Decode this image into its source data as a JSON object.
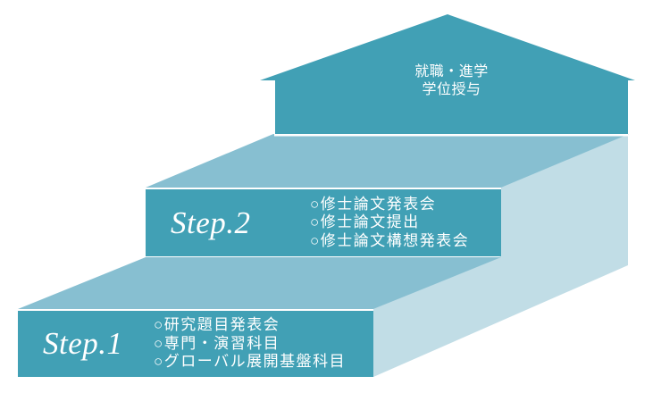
{
  "colors": {
    "block": "#41A0B5",
    "top_face": "#87BFD1",
    "side_face": "#C1DDE6",
    "text": "#FFFFFF"
  },
  "arrow": {
    "line1": "就職・進学",
    "line2": "学位授与"
  },
  "steps": [
    {
      "label": "Step.1",
      "items": [
        "○研究題目発表会",
        "○専門・演習科目",
        "○グローバル展開基盤科目"
      ]
    },
    {
      "label": "Step.2",
      "items": [
        "○修士論文発表会",
        "○修士論文提出",
        "○修士論文構想発表会"
      ]
    }
  ]
}
